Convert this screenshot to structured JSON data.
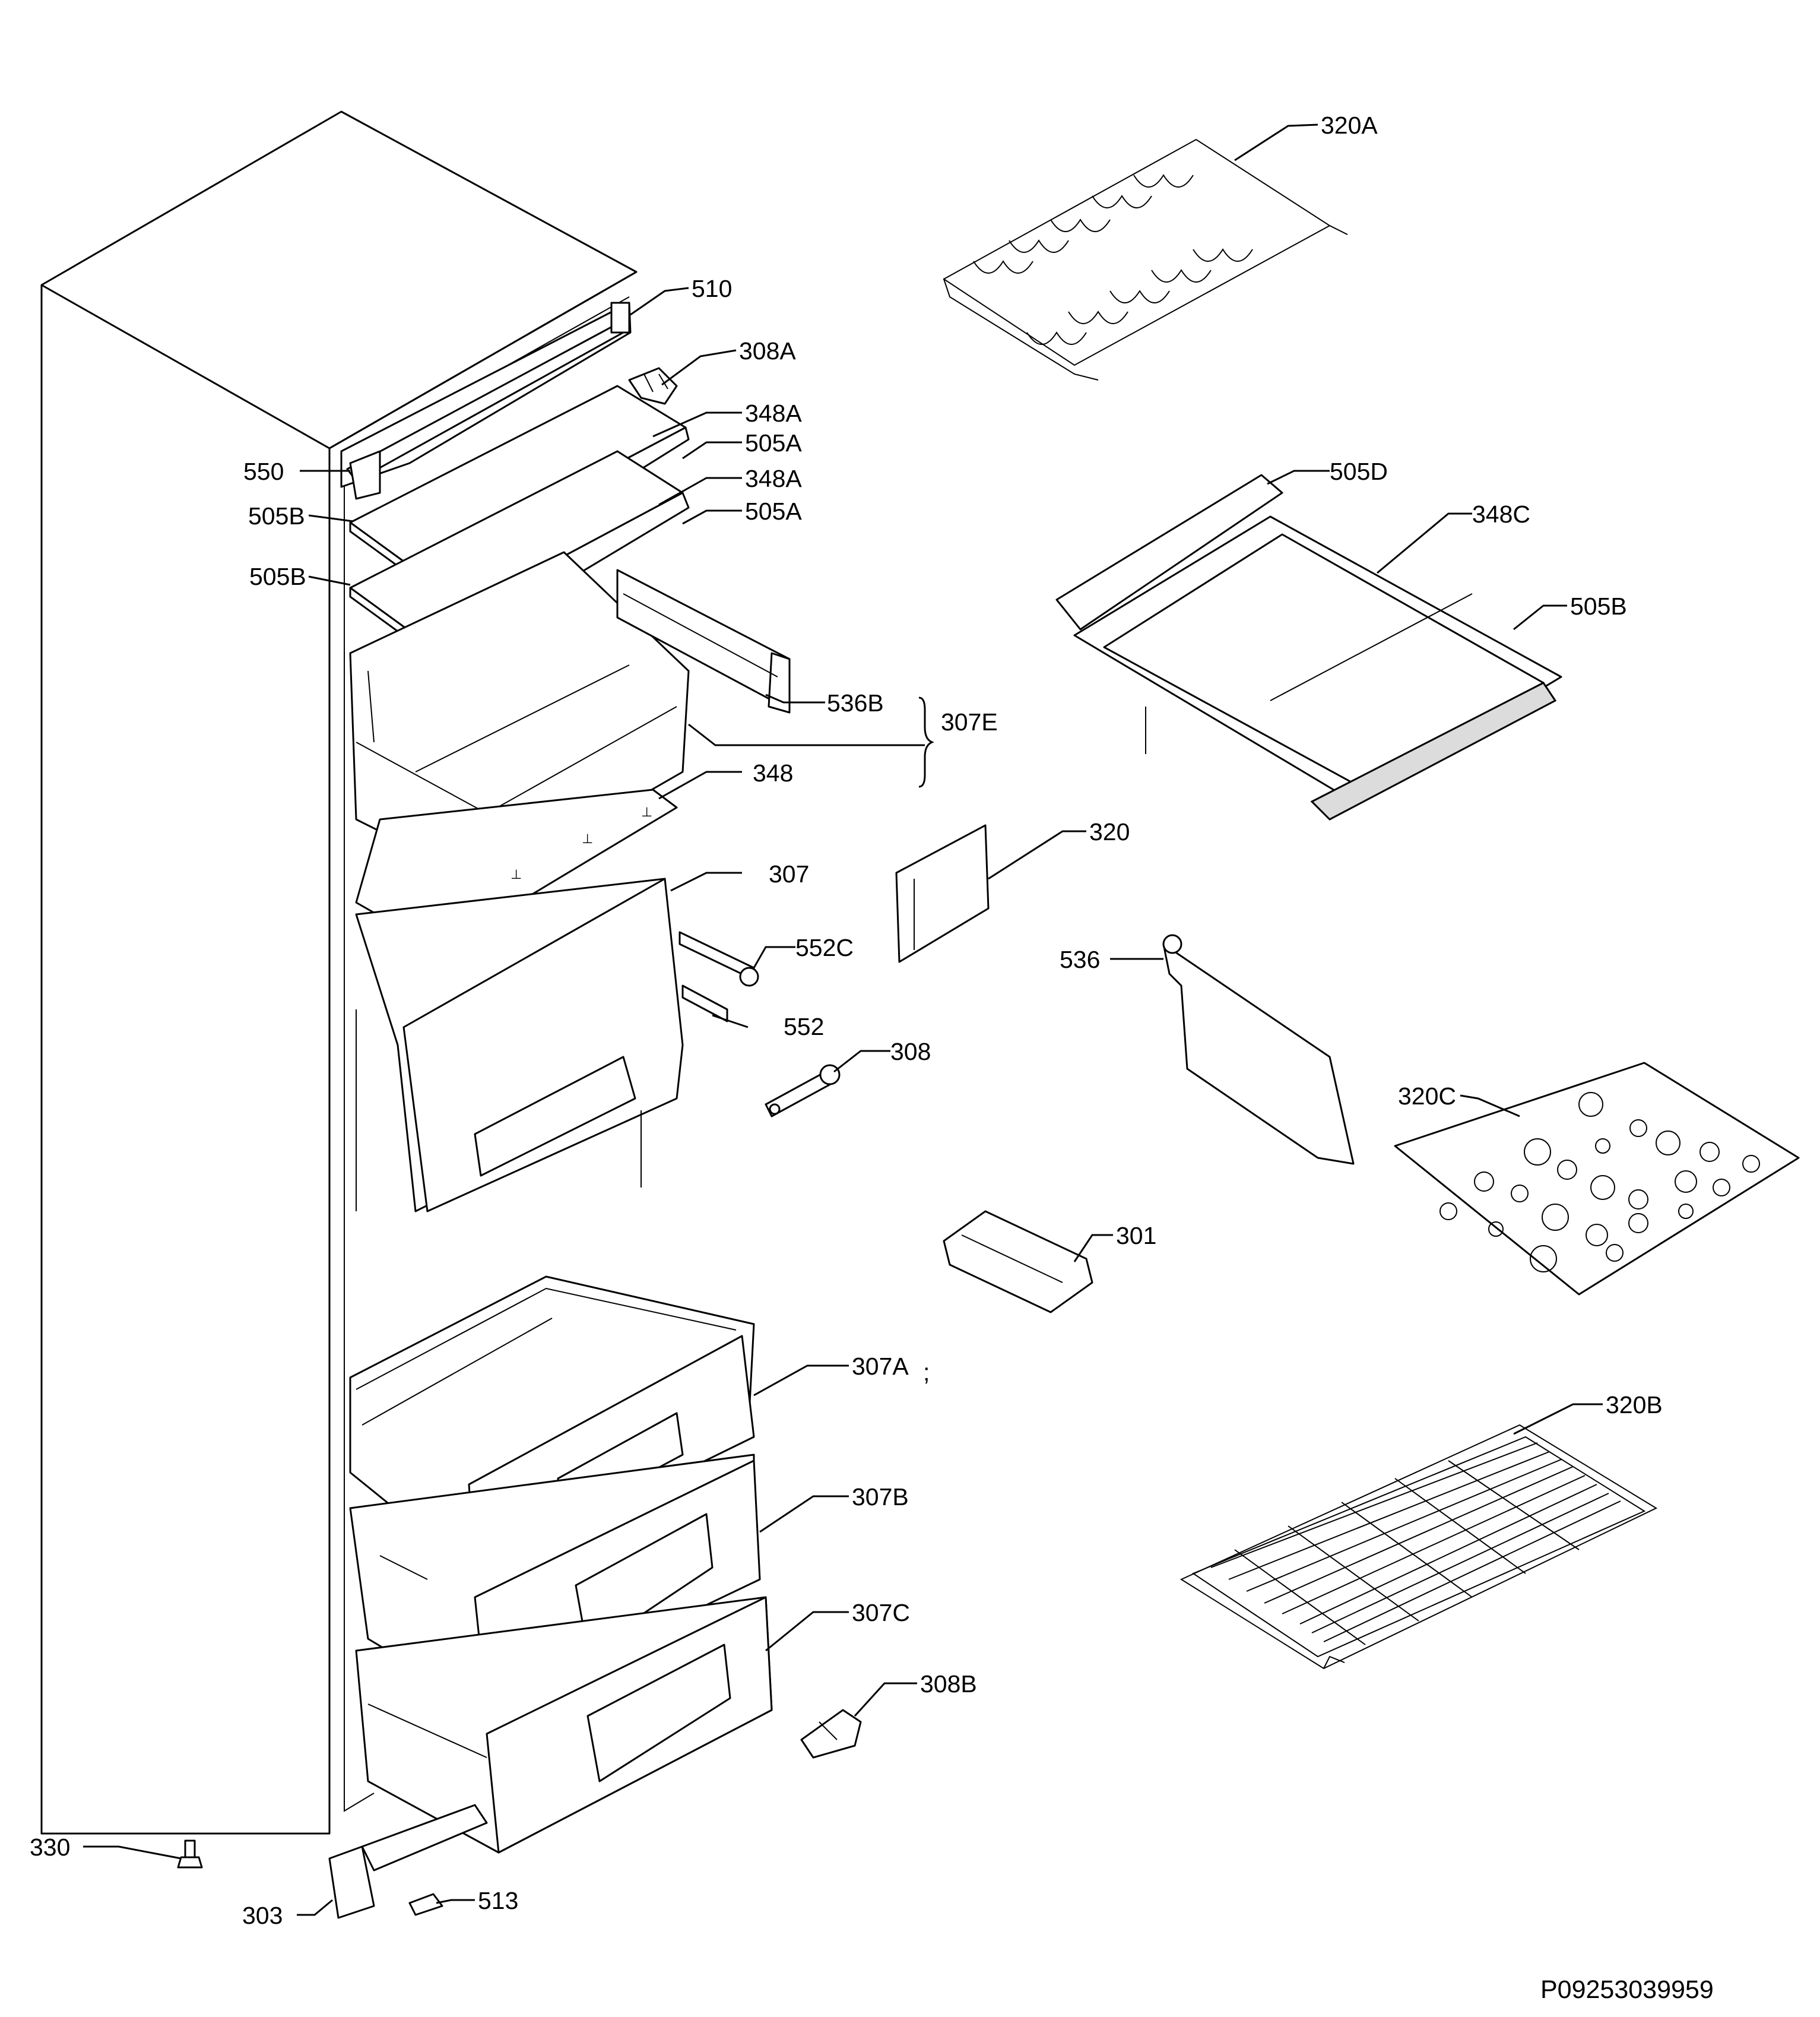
{
  "callouts": [
    {
      "id": "510",
      "num": "510",
      "suffix": ""
    },
    {
      "id": "308a",
      "num": "308",
      "suffix": "A"
    },
    {
      "id": "348a1",
      "num": "348",
      "suffix": "A"
    },
    {
      "id": "505a1",
      "num": "505A",
      "suffix": ""
    },
    {
      "id": "550",
      "num": "550",
      "suffix": ""
    },
    {
      "id": "348a2",
      "num": "348",
      "suffix": "A"
    },
    {
      "id": "505b1",
      "num": "505B",
      "suffix": ""
    },
    {
      "id": "505a2",
      "num": "505A",
      "suffix": ""
    },
    {
      "id": "505b2",
      "num": "505B",
      "suffix": ""
    },
    {
      "id": "536b",
      "num": "536",
      "suffix": "B"
    },
    {
      "id": "307e",
      "num": "307",
      "suffix": "E"
    },
    {
      "id": "348",
      "num": "348",
      "suffix": ""
    },
    {
      "id": "307",
      "num": "307",
      "suffix": ""
    },
    {
      "id": "552c",
      "num": "552",
      "suffix": "C"
    },
    {
      "id": "552",
      "num": "552",
      "suffix": ""
    },
    {
      "id": "308",
      "num": "308",
      "suffix": ""
    },
    {
      "id": "320a",
      "num": "320",
      "suffix": "A"
    },
    {
      "id": "505d",
      "num": "505",
      "suffix": "D"
    },
    {
      "id": "348c",
      "num": "348",
      "suffix": "C"
    },
    {
      "id": "505b3",
      "num": "505",
      "suffix": "B"
    },
    {
      "id": "320",
      "num": "320",
      "suffix": ""
    },
    {
      "id": "536",
      "num": "536",
      "suffix": ""
    },
    {
      "id": "320c",
      "num": "320",
      "suffix": "C"
    },
    {
      "id": "301",
      "num": "301",
      "suffix": ""
    },
    {
      "id": "307a",
      "num": "307",
      "suffix": "A"
    },
    {
      "id": "307b",
      "num": "307",
      "suffix": "B"
    },
    {
      "id": "307c",
      "num": "307",
      "suffix": "C"
    },
    {
      "id": "308b",
      "num": "308",
      "suffix": "B"
    },
    {
      "id": "320b",
      "num": "320",
      "suffix": "B"
    },
    {
      "id": "330",
      "num": "330",
      "suffix": ""
    },
    {
      "id": "303",
      "num": "303",
      "suffix": ""
    },
    {
      "id": "513",
      "num": "513",
      "suffix": ""
    }
  ],
  "stray_mark": ";",
  "drawing_code": "P09253039959"
}
